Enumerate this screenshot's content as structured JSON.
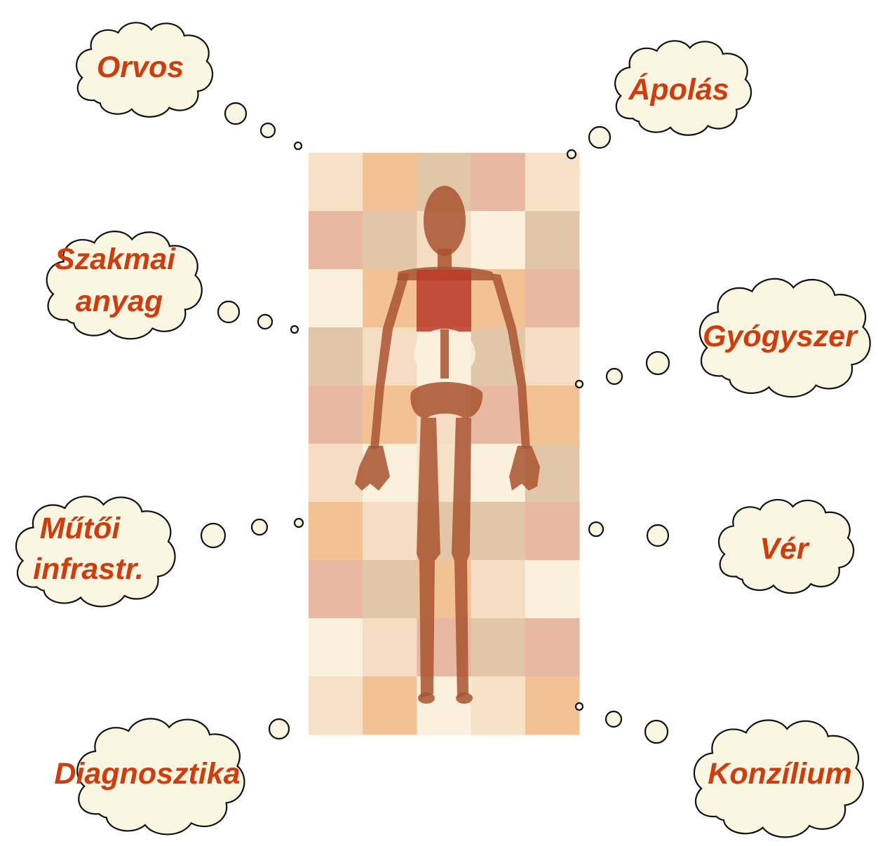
{
  "colors": {
    "cloud_fill": "#faf6e2",
    "cloud_stroke": "#111111",
    "label": "#d23c0a",
    "skeleton": "#a8532f"
  },
  "clouds": {
    "orvos": {
      "lines": [
        "Orvos"
      ]
    },
    "apolas": {
      "lines": [
        "Ápolás"
      ]
    },
    "szakmai": {
      "lines": [
        "Szakmai",
        "anyag"
      ]
    },
    "gyogyszer": {
      "lines": [
        "Gyógyszer"
      ]
    },
    "mutoi": {
      "lines": [
        "Műtői",
        "infrastr."
      ]
    },
    "ver": {
      "lines": [
        "Vér"
      ]
    },
    "diagnosztika": {
      "lines": [
        "Diagnosztika"
      ]
    },
    "konzilium": {
      "lines": [
        "Konzílium"
      ]
    }
  },
  "patchwork": {
    "rows": 10,
    "cols": 5,
    "palette": [
      "#f7e2c7",
      "#f3c294",
      "#e1c7a7",
      "#e8b8a2",
      "#f9f1db",
      "#f5ddc4"
    ]
  }
}
